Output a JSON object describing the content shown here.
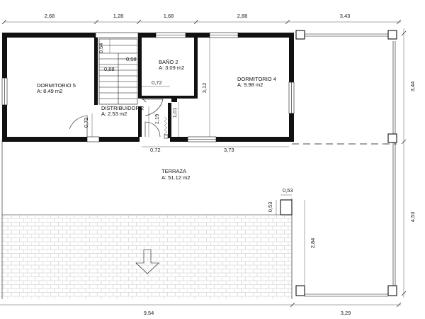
{
  "dimensions": {
    "top": [
      "2,68",
      "1,28",
      "1,68",
      "2,88",
      "3,43"
    ],
    "bottom": [
      "9,54",
      "3,29"
    ],
    "right": [
      "3,44",
      "4,53"
    ],
    "inner": {
      "stair_054": "0,54",
      "stair_058": "0,58",
      "stair_068": "0,68",
      "bath_072": "0,72",
      "bath_312": "3,12",
      "dist_072": "0,72",
      "dist_119": "1,19",
      "dist_101": "1,01",
      "bottom_072": "0,72",
      "bottom_373": "3,73",
      "chimney_053_h": "0,53",
      "chimney_053_v": "0,53",
      "terrace_284": "2,84"
    }
  },
  "rooms": {
    "dormitorio5": {
      "name": "DORMITORIO 5",
      "area": "A: 8.49 m2"
    },
    "bano2": {
      "name": "BAÑO 2",
      "area": "A: 3.09 m2"
    },
    "dormitorio4": {
      "name": "DORMITORIO 4",
      "area": "A: 9.98 m2"
    },
    "distribuidor2": {
      "name": "DISTRIBUIDOR 2",
      "area": "A: 2.53 m2"
    },
    "terraza": {
      "name": "TERRAZA",
      "area": "A: 51.12 m2"
    }
  },
  "colors": {
    "ink": "#111111",
    "paper": "#ffffff"
  }
}
